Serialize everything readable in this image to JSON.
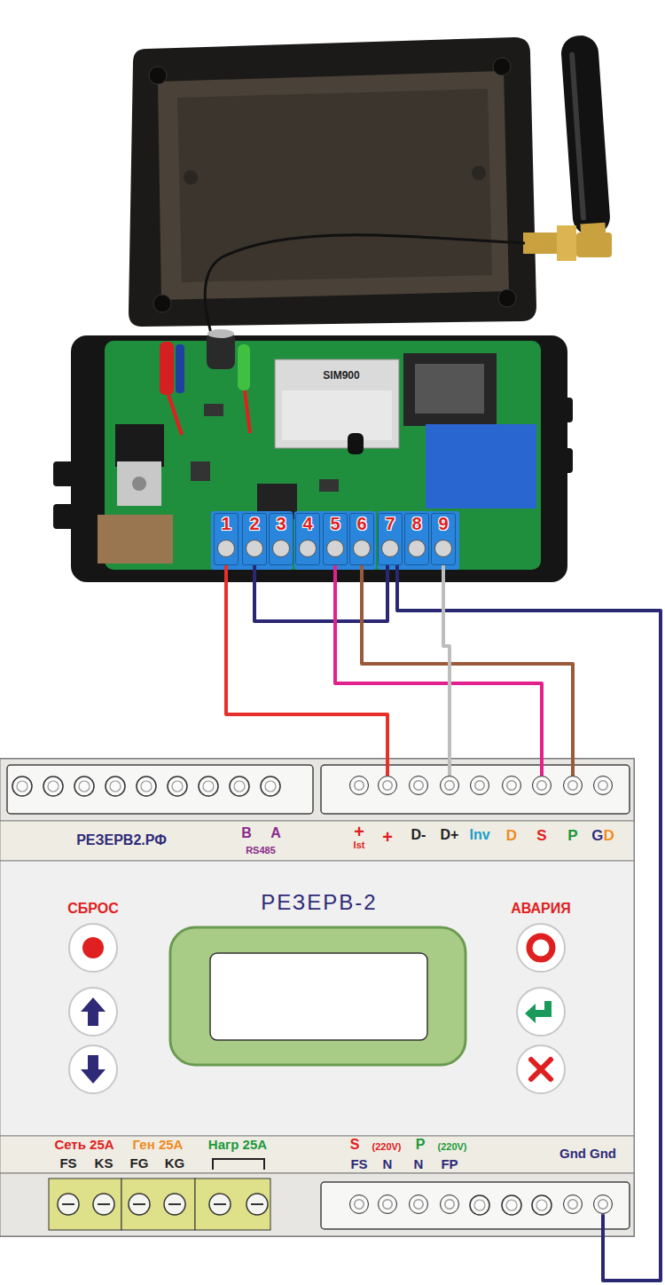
{
  "diagram": {
    "nodes": [
      {
        "text": [
          "1"
        ]
      },
      {
        "text": [
          "2"
        ]
      },
      {
        "text": [
          "3"
        ]
      },
      {
        "text": [
          "4"
        ]
      },
      {
        "text": [
          "5"
        ]
      },
      {
        "text": [
          "6"
        ]
      },
      {
        "text": [
          "7"
        ]
      },
      {
        "text": [
          "8"
        ]
      },
      {
        "text": [
          "9"
        ]
      },
      {
        "text": [
          "+",
          "Ist"
        ]
      },
      {
        "text": [
          "+"
        ]
      },
      {
        "text": [
          "D-"
        ]
      },
      {
        "text": [
          "D+"
        ]
      },
      {
        "text": [
          "Inv"
        ]
      },
      {
        "text": [
          "D"
        ]
      },
      {
        "text": [
          "S"
        ]
      },
      {
        "text": [
          "P"
        ]
      },
      {
        "text": [
          "GD"
        ]
      },
      {
        "text": [
          "FS"
        ]
      },
      {
        "text": [
          "N"
        ]
      },
      {
        "text": [
          "N"
        ]
      },
      {
        "text": [
          "FP"
        ]
      },
      {
        "text": [
          "Gnd"
        ]
      },
      {
        "text": [
          "Gnd"
        ]
      }
    ],
    "edges": [
      {
        "from": 0,
        "to": 10,
        "arrow": "none"
      },
      {
        "from": 1,
        "to": 6,
        "arrow": "none"
      },
      {
        "from": 6,
        "to": 23,
        "arrow": "none"
      },
      {
        "from": 4,
        "to": 15,
        "arrow": "none"
      },
      {
        "from": 5,
        "to": 16,
        "arrow": "none"
      },
      {
        "from": 8,
        "to": 12,
        "arrow": "none"
      }
    ],
    "labels": [
      "SIM900",
      "РЕЗЕРВ2.РФ",
      "B",
      "A",
      "RS485",
      "СБРОС",
      "РЕЗЕРВ-2",
      "АВАРИЯ",
      "Сеть 25А",
      "FS",
      "KS",
      "Ген 25А",
      "FG",
      "KG",
      "Нагр 25А",
      "S",
      "(220V)",
      "P",
      "(220V)"
    ]
  }
}
